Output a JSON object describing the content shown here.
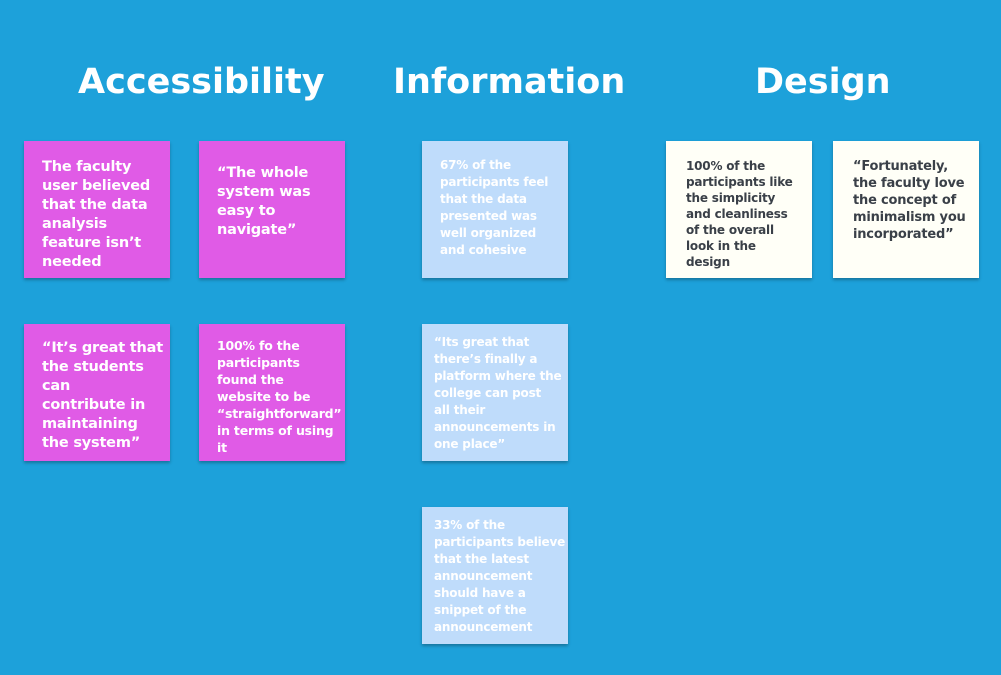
{
  "headings": {
    "accessibility": "Accessibility",
    "information": "Information",
    "design": "Design"
  },
  "colors": {
    "background": "#1DA1DA",
    "accessibility_note": "#E05BE6",
    "information_note": "#BFDCFB",
    "design_note": "#FFFFF7"
  },
  "accessibility": {
    "notes": [
      "The faculty\nuser believed\nthat the data\nanalysis\nfeature isn’t\nneeded",
      "“The whole\nsystem was\neasy to\nnavigate”",
      "“It’s great that\nthe students\ncan\ncontribute in\nmaintaining\nthe system”",
      "100% fo the\nparticipants\nfound the\nwebsite to be\n“straightforward”\nin terms of using\nit"
    ]
  },
  "information": {
    "notes": [
      "67% of the\nparticipants feel\nthat the data\npresented was\nwell organized\nand cohesive",
      "“Its great that\nthere’s finally a\nplatform where the\ncollege can post\nall their\nannouncements in\none place”",
      "33% of the\nparticipants believe\nthat the latest\nannouncement\nshould have a\nsnippet of the\nannouncement"
    ]
  },
  "design": {
    "notes": [
      "100% of the\nparticipants like\nthe simplicity\nand cleanliness\nof the overall\nlook in the\ndesign",
      "“Fortunately,\nthe faculty love\nthe concept of\nminimalism you\nincorporated”"
    ]
  }
}
